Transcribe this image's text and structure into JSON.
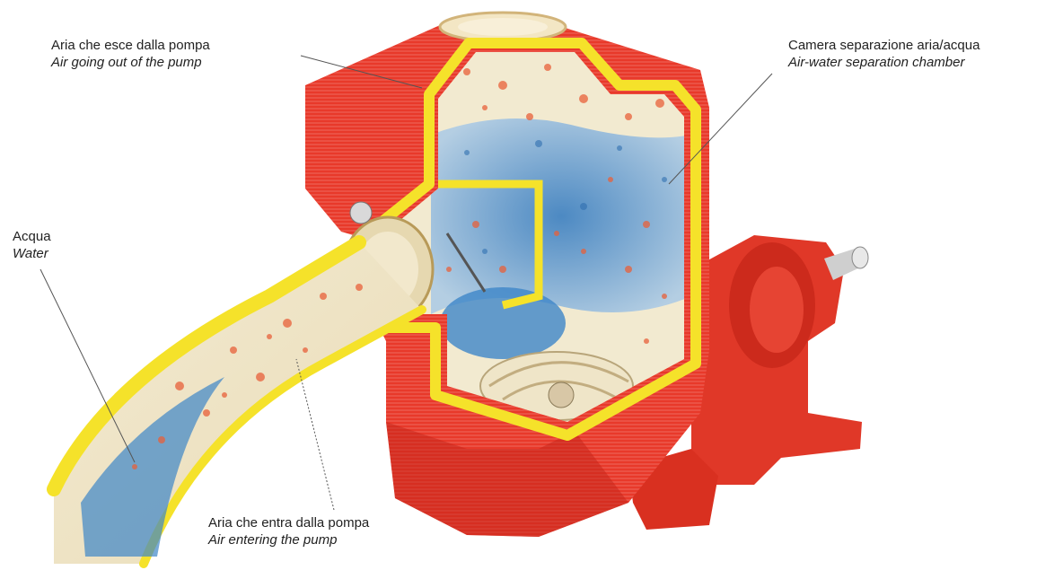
{
  "labels": {
    "air_out": {
      "it": "Aria che esce dalla pompa",
      "en": "Air going out of the pump"
    },
    "separation": {
      "it": "Camera separazione aria/acqua",
      "en": "Air-water separation chamber"
    },
    "water": {
      "it": "Acqua",
      "en": "Water"
    },
    "air_in": {
      "it": "Aria che entra dalla pompa",
      "en": "Air entering the pump"
    }
  },
  "colors": {
    "body": "#e8392a",
    "body_dark": "#c42418",
    "casing": "#f5e22a",
    "water": "#3d86c8",
    "air_bubbles": "#e8603a",
    "interior": "#f2ead0",
    "leader": "#555555"
  }
}
